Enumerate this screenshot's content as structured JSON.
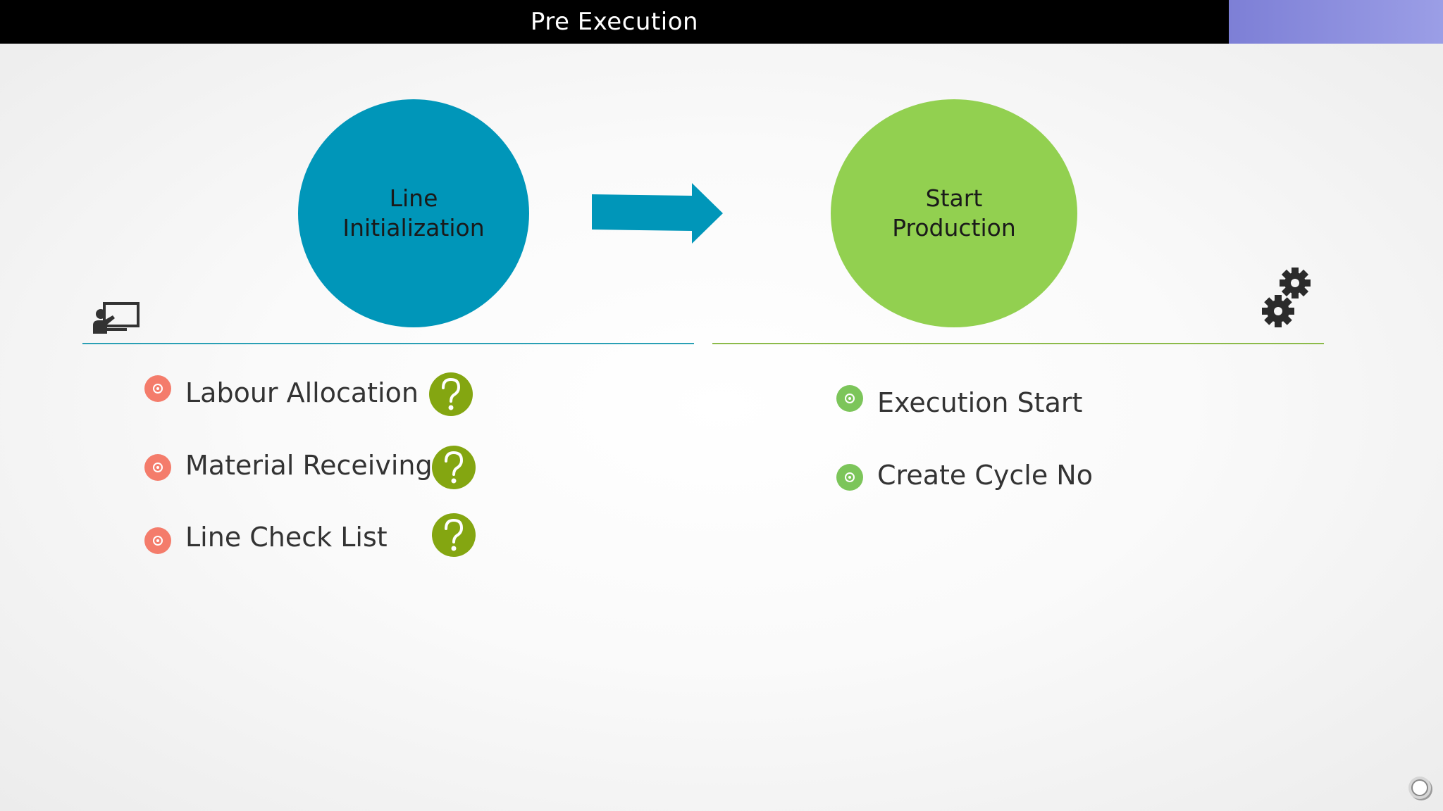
{
  "header": {
    "title": "Pre Execution"
  },
  "colors": {
    "blue": "#0096b9",
    "green": "#92d050",
    "olive": "#84a611",
    "bullet_red": "#f47c6b",
    "bullet_green": "#7cc55a",
    "divider_blue": "#2aa0b5",
    "divider_green": "#8cbb4a"
  },
  "flow": {
    "left_stage": {
      "label": "Line\nInitialization"
    },
    "right_stage": {
      "label": "Start\nProduction"
    }
  },
  "left_list": {
    "icon": "presentation-board-icon",
    "items": [
      {
        "label": "Labour Allocation",
        "icon": "question-icon"
      },
      {
        "label": "Material Receiving",
        "icon": "question-icon"
      },
      {
        "label": "Line Check List",
        "icon": "question-icon"
      }
    ]
  },
  "right_list": {
    "icon": "gears-icon",
    "items": [
      {
        "label": "Execution Start"
      },
      {
        "label": "Create Cycle No"
      }
    ]
  }
}
